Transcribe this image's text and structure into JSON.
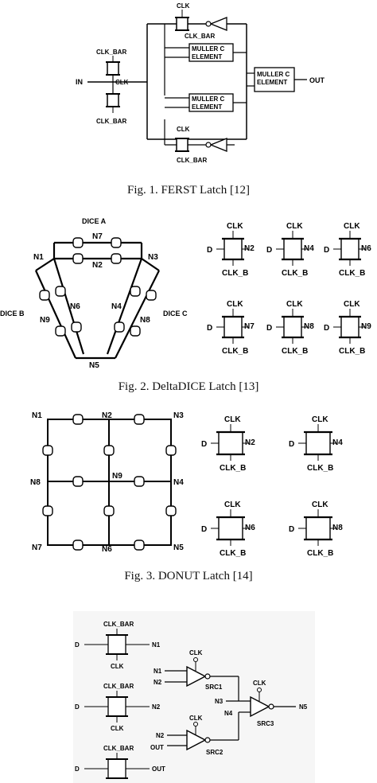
{
  "captions": {
    "fig1": "Fig. 1. FERST Latch [12]",
    "fig2": "Fig. 2. DeltaDICE Latch [13]",
    "fig3": "Fig. 3. DONUT Latch [14]"
  },
  "fig1": {
    "clk": "CLK",
    "clk_bar": "CLK_BAR",
    "in": "IN",
    "out": "OUT",
    "muller1": "MULLER C\nELEMENT",
    "muller2": "MULLER C\nELEMENT",
    "muller3": "MULLER C\nELEMENT"
  },
  "fig2": {
    "dice_a": "DICE A",
    "dice_b": "DICE B",
    "dice_c": "DICE C",
    "nodes": {
      "n1": "N1",
      "n2": "N2",
      "n3": "N3",
      "n4": "N4",
      "n5": "N5",
      "n6": "N6",
      "n7": "N7",
      "n8": "N8",
      "n9": "N9"
    },
    "cells": [
      {
        "clk": "CLK",
        "d": "D",
        "n": "N2",
        "clkb": "CLK_B"
      },
      {
        "clk": "CLK",
        "d": "D",
        "n": "N4",
        "clkb": "CLK_B"
      },
      {
        "clk": "CLK",
        "d": "D",
        "n": "N6",
        "clkb": "CLK_B"
      },
      {
        "clk": "CLK",
        "d": "D",
        "n": "N7",
        "clkb": "CLK_B"
      },
      {
        "clk": "CLK",
        "d": "D",
        "n": "N8",
        "clkb": "CLK_B"
      },
      {
        "clk": "CLK",
        "d": "D",
        "n": "N9",
        "clkb": "CLK_B"
      }
    ]
  },
  "fig3": {
    "nodes": {
      "n1": "N1",
      "n2": "N2",
      "n3": "N3",
      "n4": "N4",
      "n5": "N5",
      "n6": "N6",
      "n7": "N7",
      "n8": "N8",
      "n9": "N9"
    },
    "cells": [
      {
        "clk": "CLK",
        "d": "D",
        "n": "N2",
        "clkb": "CLK_B"
      },
      {
        "clk": "CLK",
        "d": "D",
        "n": "N4",
        "clkb": "CLK_B"
      },
      {
        "clk": "CLK",
        "d": "D",
        "n": "N6",
        "clkb": "CLK_B"
      },
      {
        "clk": "CLK",
        "d": "D",
        "n": "N8",
        "clkb": "CLK_B"
      }
    ]
  },
  "fig4": {
    "latches": [
      {
        "clk_bar": "CLK_BAR",
        "d": "D",
        "out": "N1",
        "clk": "CLK"
      },
      {
        "clk_bar": "CLK_BAR",
        "d": "D",
        "out": "N2",
        "clk": "CLK"
      },
      {
        "clk_bar": "CLK_BAR",
        "d": "D",
        "out": "OUT",
        "clk": ""
      }
    ],
    "src1": {
      "label": "SRC1",
      "clk": "CLK",
      "in1": "N1",
      "in2": "N2"
    },
    "src2": {
      "label": "SRC2",
      "clk": "CLK",
      "in1": "N2",
      "in2": "OUT"
    },
    "src3": {
      "label": "SRC3",
      "clk": "CLK",
      "in1": "N3",
      "in2": "N4",
      "out": "N5"
    }
  }
}
